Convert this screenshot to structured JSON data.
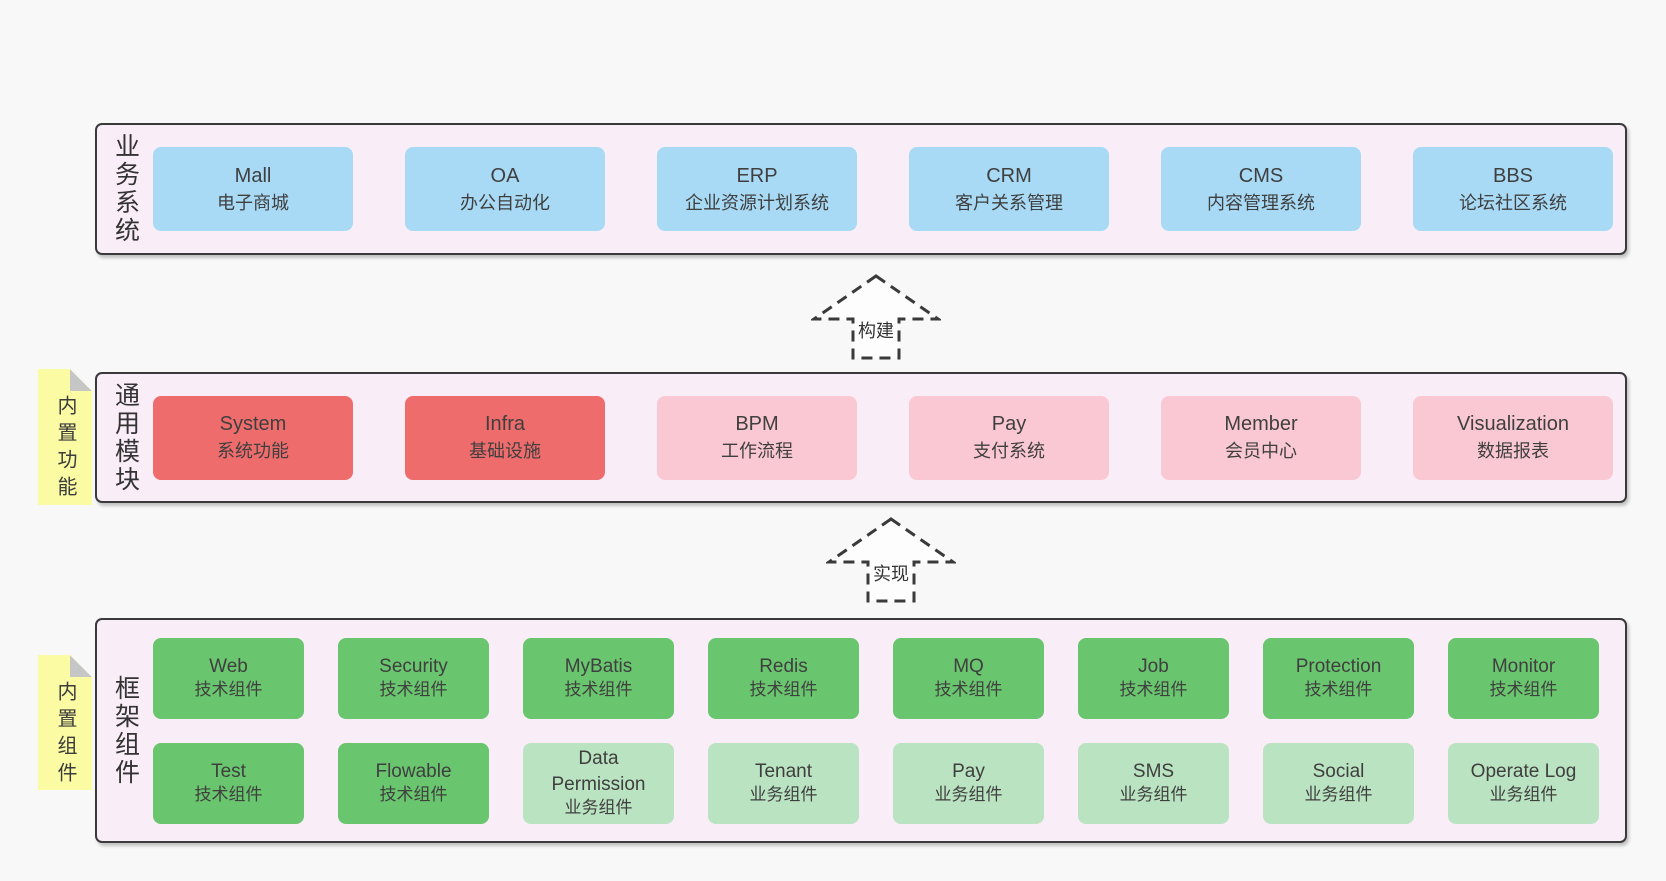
{
  "layers": [
    {
      "label": "业务系统",
      "items": [
        {
          "en": "Mall",
          "zh": "电子商城"
        },
        {
          "en": "OA",
          "zh": "办公自动化"
        },
        {
          "en": "ERP",
          "zh": "企业资源计划系统"
        },
        {
          "en": "CRM",
          "zh": "客户关系管理"
        },
        {
          "en": "CMS",
          "zh": "内容管理系统"
        },
        {
          "en": "BBS",
          "zh": "论坛社区系统"
        }
      ]
    },
    {
      "label": "通用模块",
      "sticky": "内置功能",
      "items": [
        {
          "en": "System",
          "zh": "系统功能",
          "variant": "red"
        },
        {
          "en": "Infra",
          "zh": "基础设施",
          "variant": "red"
        },
        {
          "en": "BPM",
          "zh": "工作流程",
          "variant": "pink"
        },
        {
          "en": "Pay",
          "zh": "支付系统",
          "variant": "pink"
        },
        {
          "en": "Member",
          "zh": "会员中心",
          "variant": "pink"
        },
        {
          "en": "Visualization",
          "zh": "数据报表",
          "variant": "pink"
        }
      ]
    },
    {
      "label": "框架组件",
      "sticky": "内置组件",
      "rows": [
        [
          {
            "en": "Web",
            "zh": "技术组件",
            "variant": "green"
          },
          {
            "en": "Security",
            "zh": "技术组件",
            "variant": "green"
          },
          {
            "en": "MyBatis",
            "zh": "技术组件",
            "variant": "green"
          },
          {
            "en": "Redis",
            "zh": "技术组件",
            "variant": "green"
          },
          {
            "en": "MQ",
            "zh": "技术组件",
            "variant": "green"
          },
          {
            "en": "Job",
            "zh": "技术组件",
            "variant": "green"
          },
          {
            "en": "Protection",
            "zh": "技术组件",
            "variant": "green"
          },
          {
            "en": "Monitor",
            "zh": "技术组件",
            "variant": "green"
          }
        ],
        [
          {
            "en": "Test",
            "zh": "技术组件",
            "variant": "green"
          },
          {
            "en": "Flowable",
            "zh": "技术组件",
            "variant": "green"
          },
          {
            "en": "Data Permission",
            "zh": "业务组件",
            "variant": "lightgreen"
          },
          {
            "en": "Tenant",
            "zh": "业务组件",
            "variant": "lightgreen"
          },
          {
            "en": "Pay",
            "zh": "业务组件",
            "variant": "lightgreen"
          },
          {
            "en": "SMS",
            "zh": "业务组件",
            "variant": "lightgreen"
          },
          {
            "en": "Social",
            "zh": "业务组件",
            "variant": "lightgreen"
          },
          {
            "en": "Operate Log",
            "zh": "业务组件",
            "variant": "lightgreen"
          }
        ]
      ]
    }
  ],
  "arrows": [
    {
      "label": "构建"
    },
    {
      "label": "实现"
    }
  ],
  "colors": {
    "page_bg": "#f8f8f8",
    "layer_bg": "#f9edf7",
    "layer_border": "#3a3a3a",
    "business_box": "#a8daf5",
    "core_module_box": "#ef6c6c",
    "optional_module_box": "#fac8d2",
    "tech_component_box": "#69c56e",
    "biz_component_box": "#bae3c1",
    "sticky_note": "#fbfba3",
    "sticky_fold": "#c6c6c6",
    "text": "#3f3f3f"
  }
}
